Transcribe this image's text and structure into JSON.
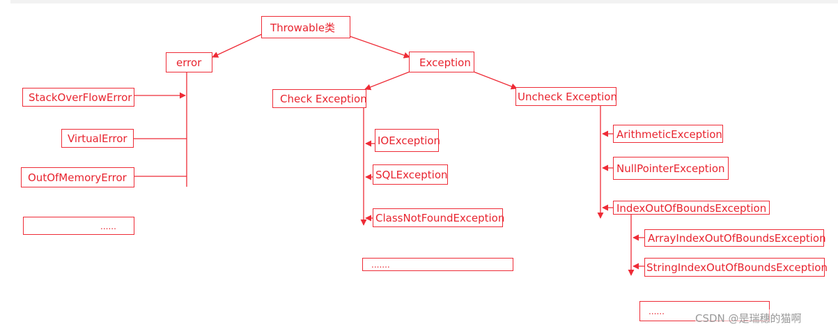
{
  "nodes": {
    "throwable": "Throwable类",
    "error": "error",
    "exception": "Exception",
    "stackoverflow": "StackOverFlowError",
    "virtualerror": "VirtualError",
    "outofmemory": "OutOfMemoryError",
    "error_more": "......",
    "check": "Check Exception",
    "io": "IOException",
    "sql": "SQLException",
    "classnotfound": "ClassNotFoundException",
    "check_more": ".......",
    "uncheck": "Uncheck Exception",
    "arithmetic": "ArithmeticException",
    "nullpointer": "NullPointerException",
    "indexoutofbounds": "IndexOutOfBoundsException",
    "arrayindex": "ArrayIndexOutOfBoundsException",
    "stringindex": "StringIndexOutOfBoundsException",
    "uncheck_more": "......"
  },
  "watermark": "CSDN @是瑞穗的猫啊",
  "colors": {
    "stroke": "#ee2b36",
    "text": "#e8242f"
  }
}
